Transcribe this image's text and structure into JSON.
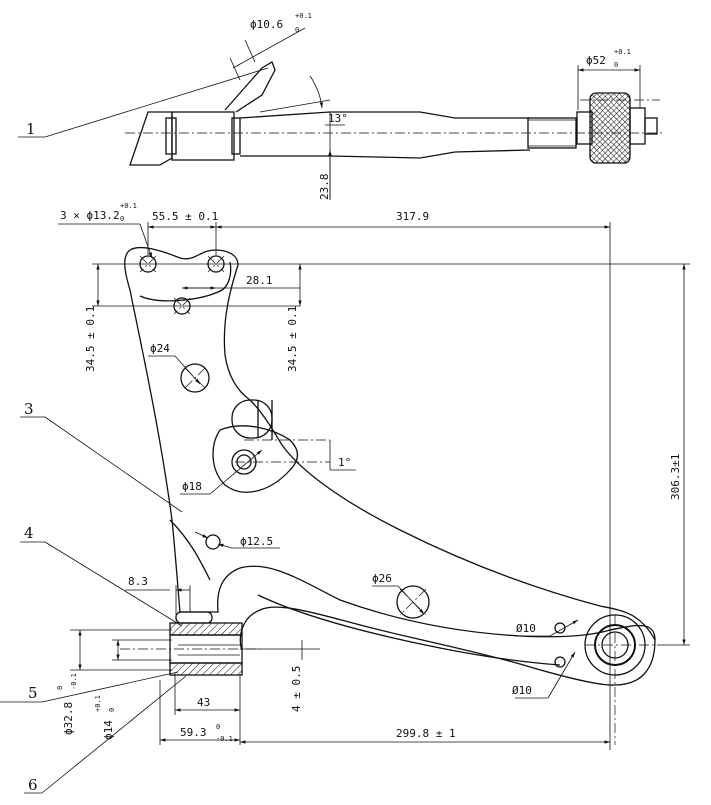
{
  "callouts": [
    "1",
    "3",
    "4",
    "5",
    "6"
  ],
  "top_view": {
    "d_mount": "ϕ10.6",
    "d_mount_tol": "+0.1",
    "d_mount_tol_lo": "0",
    "d_ball": "ϕ52",
    "d_ball_tol": "+0.1",
    "d_ball_tol_lo": "0",
    "angle": "13°",
    "height": "23.8"
  },
  "holes_top": {
    "count_dia": "3 × ϕ13.2",
    "tol_hi": "+0.1",
    "tol_lo": "0",
    "pitch": "55.5 ± 0.1",
    "length": "317.9",
    "offset": "28.1",
    "left_vert": "34.5 ± 0.1",
    "right_vert": "34.5 ± 0.1"
  },
  "holes": {
    "d24": "ϕ24",
    "d18": "ϕ18",
    "angle1": "1°",
    "d12_5": "ϕ12.5",
    "d26": "ϕ26",
    "d10a": "Ø10",
    "d10b": "Ø10"
  },
  "overall": {
    "height": "306.3±1",
    "width_bottom": "299.8 ± 1"
  },
  "bushing": {
    "w8_3": "8.3",
    "od": "ϕ32.8",
    "od_tol_hi": "0",
    "od_tol_lo": "-0.1",
    "id": "ϕ14",
    "id_tol_hi": "+0.1",
    "id_tol_lo": "0",
    "width43": "43",
    "width59": "59.3",
    "w59_tol_hi": "0",
    "w59_tol_lo": "-0.1",
    "offset4": "4 ± 0.5"
  }
}
